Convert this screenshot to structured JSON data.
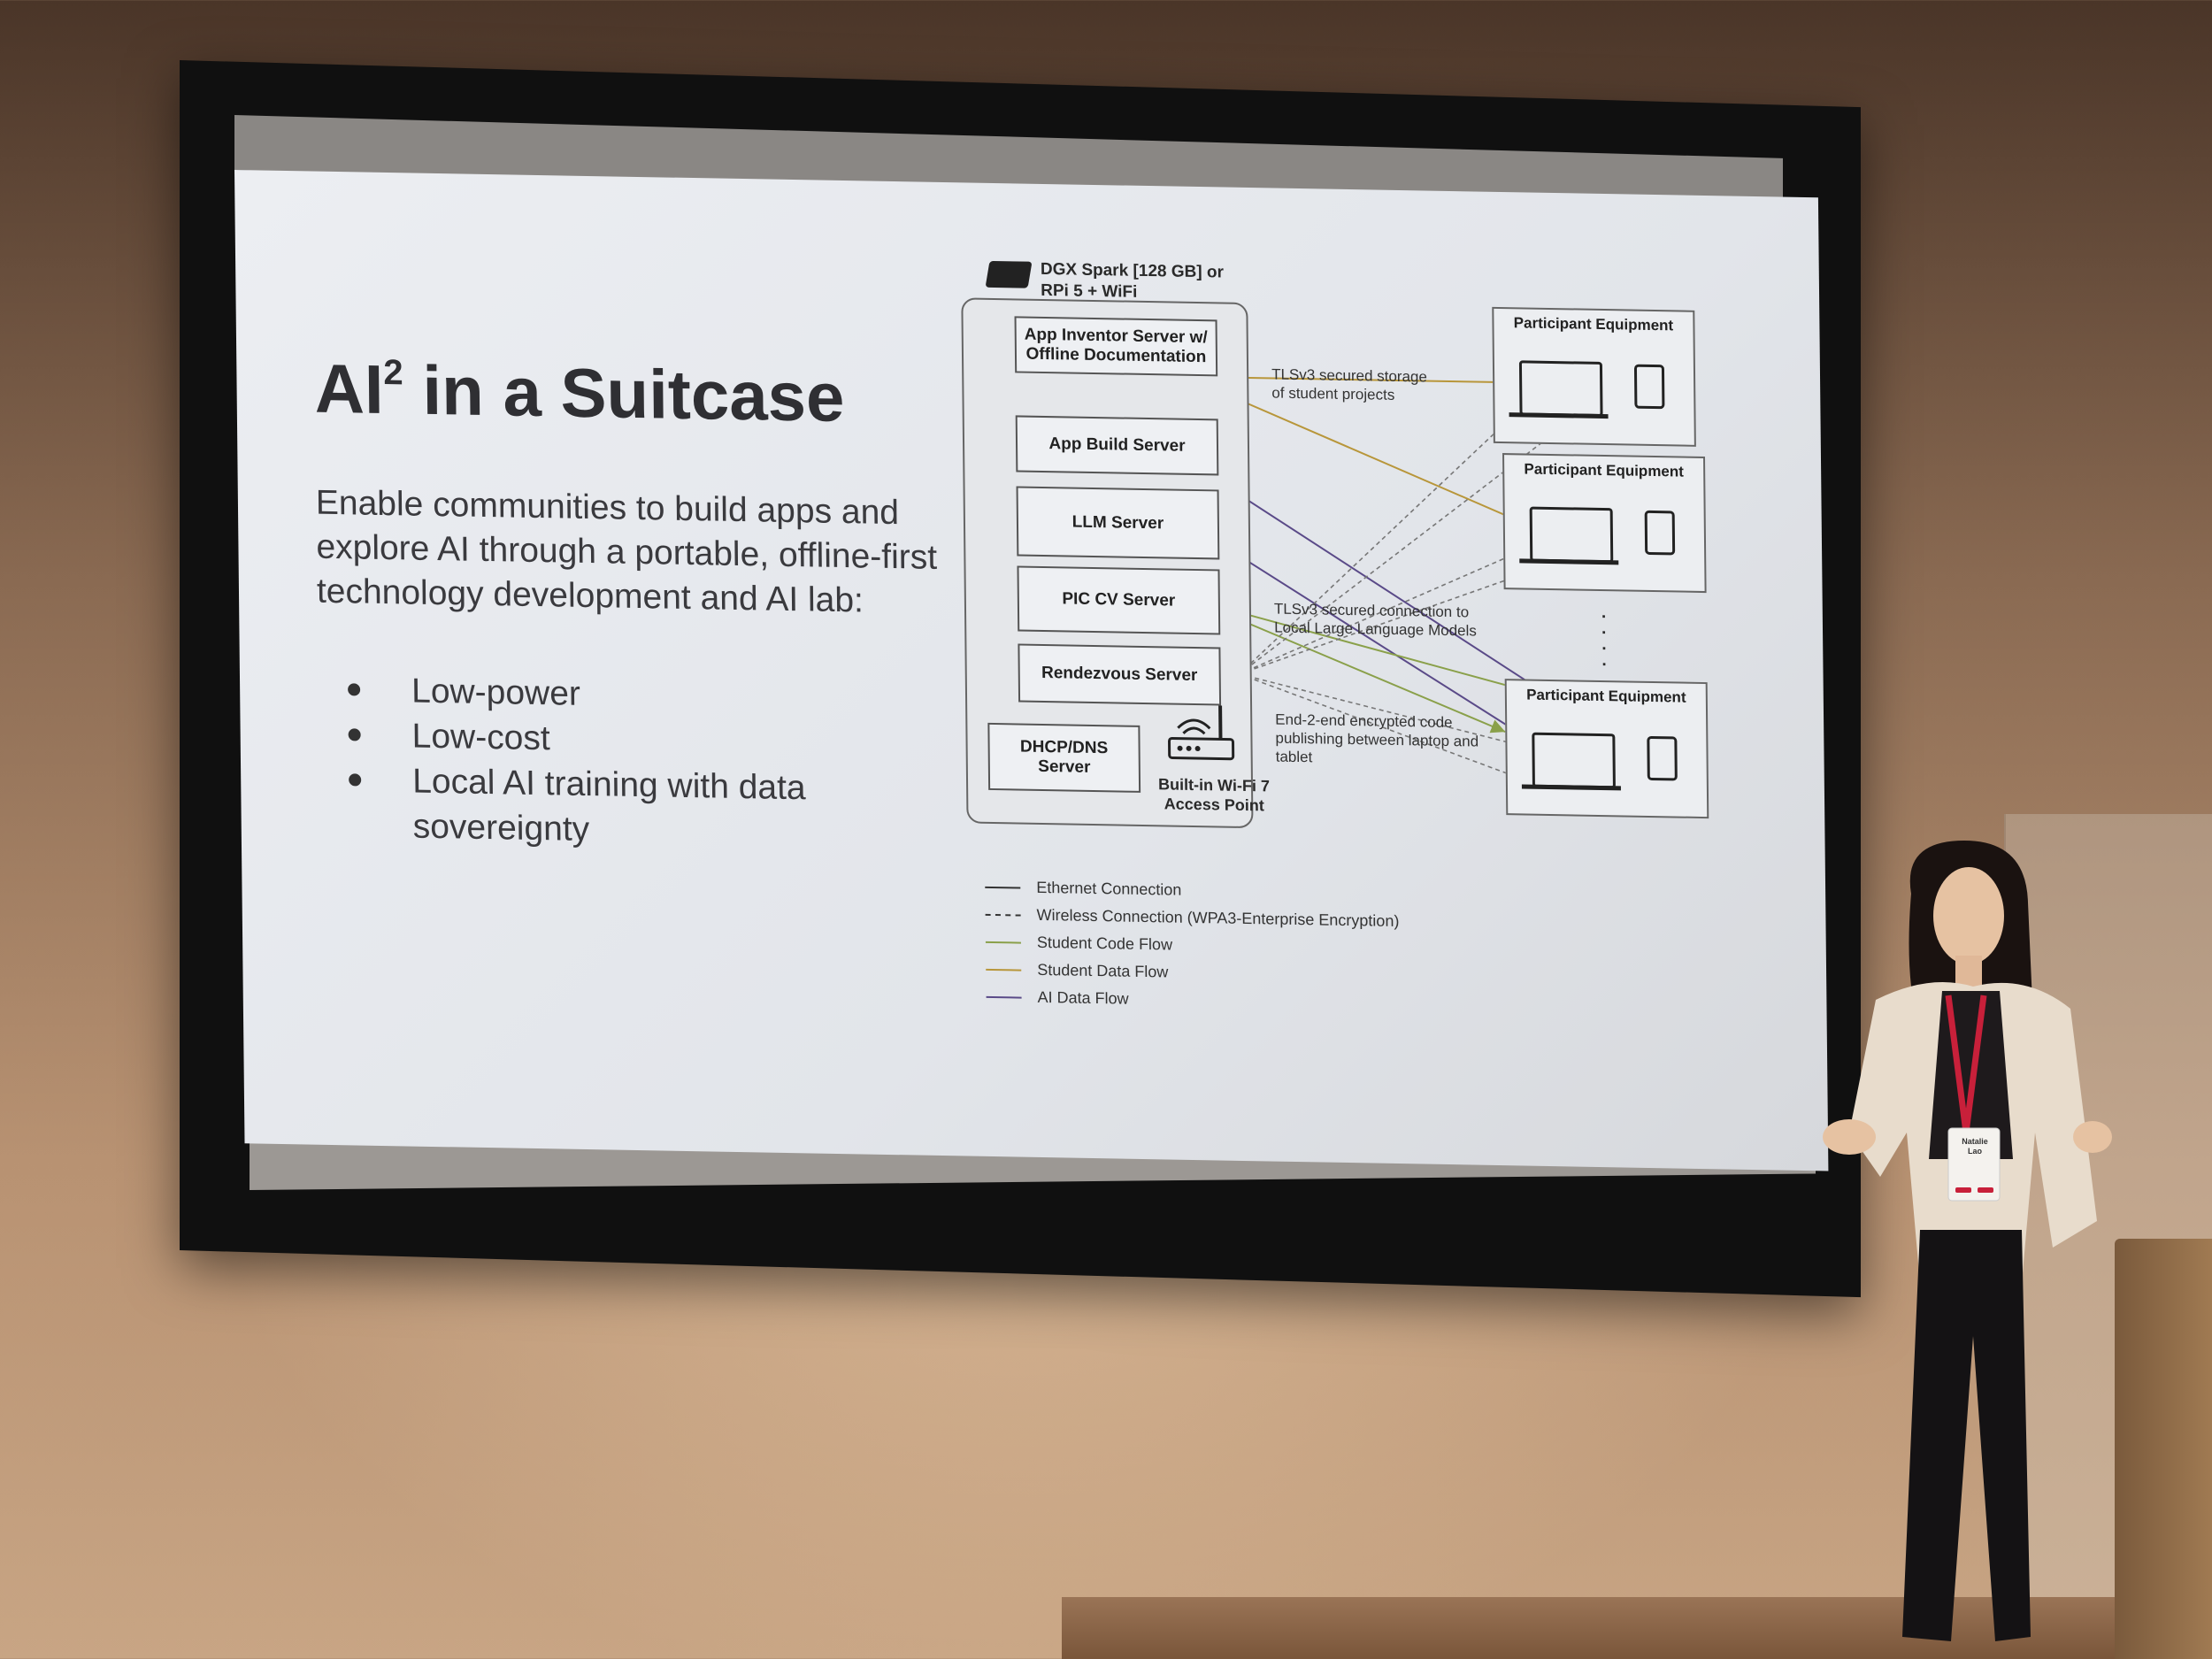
{
  "slide": {
    "title_main": "AI",
    "title_sup": "2",
    "title_rest": " in a Suitcase",
    "subtitle": "Enable communities to build apps and explore AI through a portable, offline-first technology development and AI lab:",
    "bullets": [
      "Low-power",
      "Low-cost",
      "Local AI training with data sovereignty"
    ]
  },
  "diagram": {
    "device_label_1": "DGX Spark [128 GB] or",
    "device_label_2": "RPi 5 + WiFi",
    "servers": {
      "app_inventor_1": "App Inventor Server w/",
      "app_inventor_2": "Offline Documentation",
      "app_build": "App Build Server",
      "llm": "LLM Server",
      "pic_cv": "PIC CV Server",
      "rendezvous": "Rendezvous Server",
      "dhcp_1": "DHCP/DNS",
      "dhcp_2": "Server",
      "wifi_1": "Built-in Wi-Fi 7",
      "wifi_2": "Access Point"
    },
    "participant": "Participant Equipment",
    "dots": "·\n·\n·\n·",
    "notes": {
      "tls_storage_1": "TLSv3 secured storage",
      "tls_storage_2": "of student projects",
      "tls_llm_1": "TLSv3 secured connection to",
      "tls_llm_2": "Local Large Language Models",
      "e2e_1": "End-2-end encrypted code",
      "e2e_2": "publishing between laptop and",
      "e2e_3": "tablet"
    },
    "legend": {
      "ethernet": "Ethernet Connection",
      "wireless": "Wireless Connection (WPA3-Enterprise Encryption)",
      "code_flow": "Student Code Flow",
      "data_flow": "Student Data Flow",
      "ai_flow": "AI Data Flow"
    },
    "colors": {
      "code_flow": "#8aa04a",
      "data_flow": "#b8963a",
      "ai_flow": "#5a4a88"
    }
  },
  "badge": {
    "name_1": "Natalie",
    "name_2": "Lao"
  }
}
